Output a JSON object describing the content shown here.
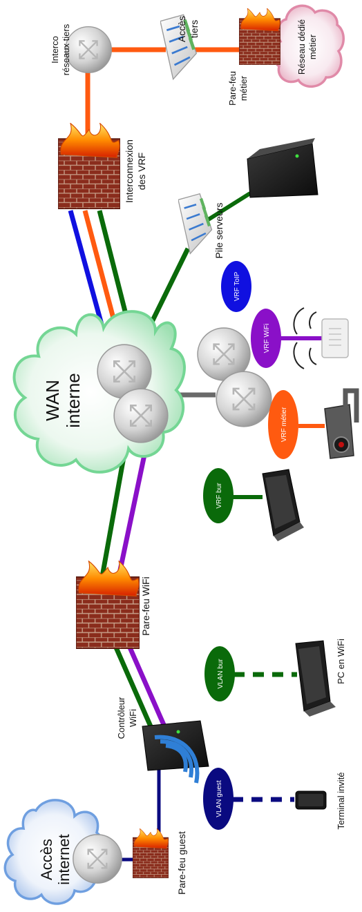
{
  "labels": {
    "wan_line1": "WAN",
    "wan_line2": "interne",
    "internet_line1": "Accès",
    "internet_line2": "internet",
    "interco_vrf_line1": "Interconnexion",
    "interco_vrf_line2": "des VRF",
    "interco_tiers_line1": "Interco",
    "interco_tiers_line2": "réseaux tiers",
    "acces_tiers_line1": "Accès",
    "acces_tiers_line2": "tiers",
    "parefeu_metier_line1": "Pare-feu",
    "parefeu_metier_line2": "métier",
    "reseau_dedie_line1": "Réseau dédié",
    "reseau_dedie_line2": "métier",
    "pile_serveurs": "Pile serveurs",
    "vrf_toip": "VRF ToIP",
    "vrf_wifi": "VRF WiFi",
    "vrf_metier": "VRF métier",
    "vrf_bur": "VRF bur",
    "parefeu_wifi": "Pare-feu WiFi",
    "controleur_line1": "Contrôleur",
    "controleur_line2": "WiFi",
    "vlan_bur": "VLAN bur",
    "vlan_guest": "VLAN guest",
    "pc_wifi": "PC en WiFi",
    "terminal_invite": "Terminal invité",
    "parefeu_guest": "Pare-feu guest"
  },
  "colors": {
    "vrf_toip": "#1010e0",
    "vrf_wifi": "#8a10c8",
    "vrf_metier": "#ff5a10",
    "vrf_bur": "#0a6a0a",
    "vlan_guest": "#0a0a80",
    "wan_cloud": "#74d694",
    "internet_cloud": "#6f9fe0",
    "dedie_cloud": "#e08aa8",
    "link_grey": "#6a6a6a"
  },
  "icons": [
    "wan-cloud-icon",
    "internet-cloud-icon",
    "dedicated-network-cloud-icon",
    "router-icon",
    "firewall-icon",
    "switch-icon",
    "server-icon",
    "wifi-access-point-icon",
    "camera-icon",
    "laptop-icon",
    "wifi-controller-icon",
    "phone-icon"
  ]
}
